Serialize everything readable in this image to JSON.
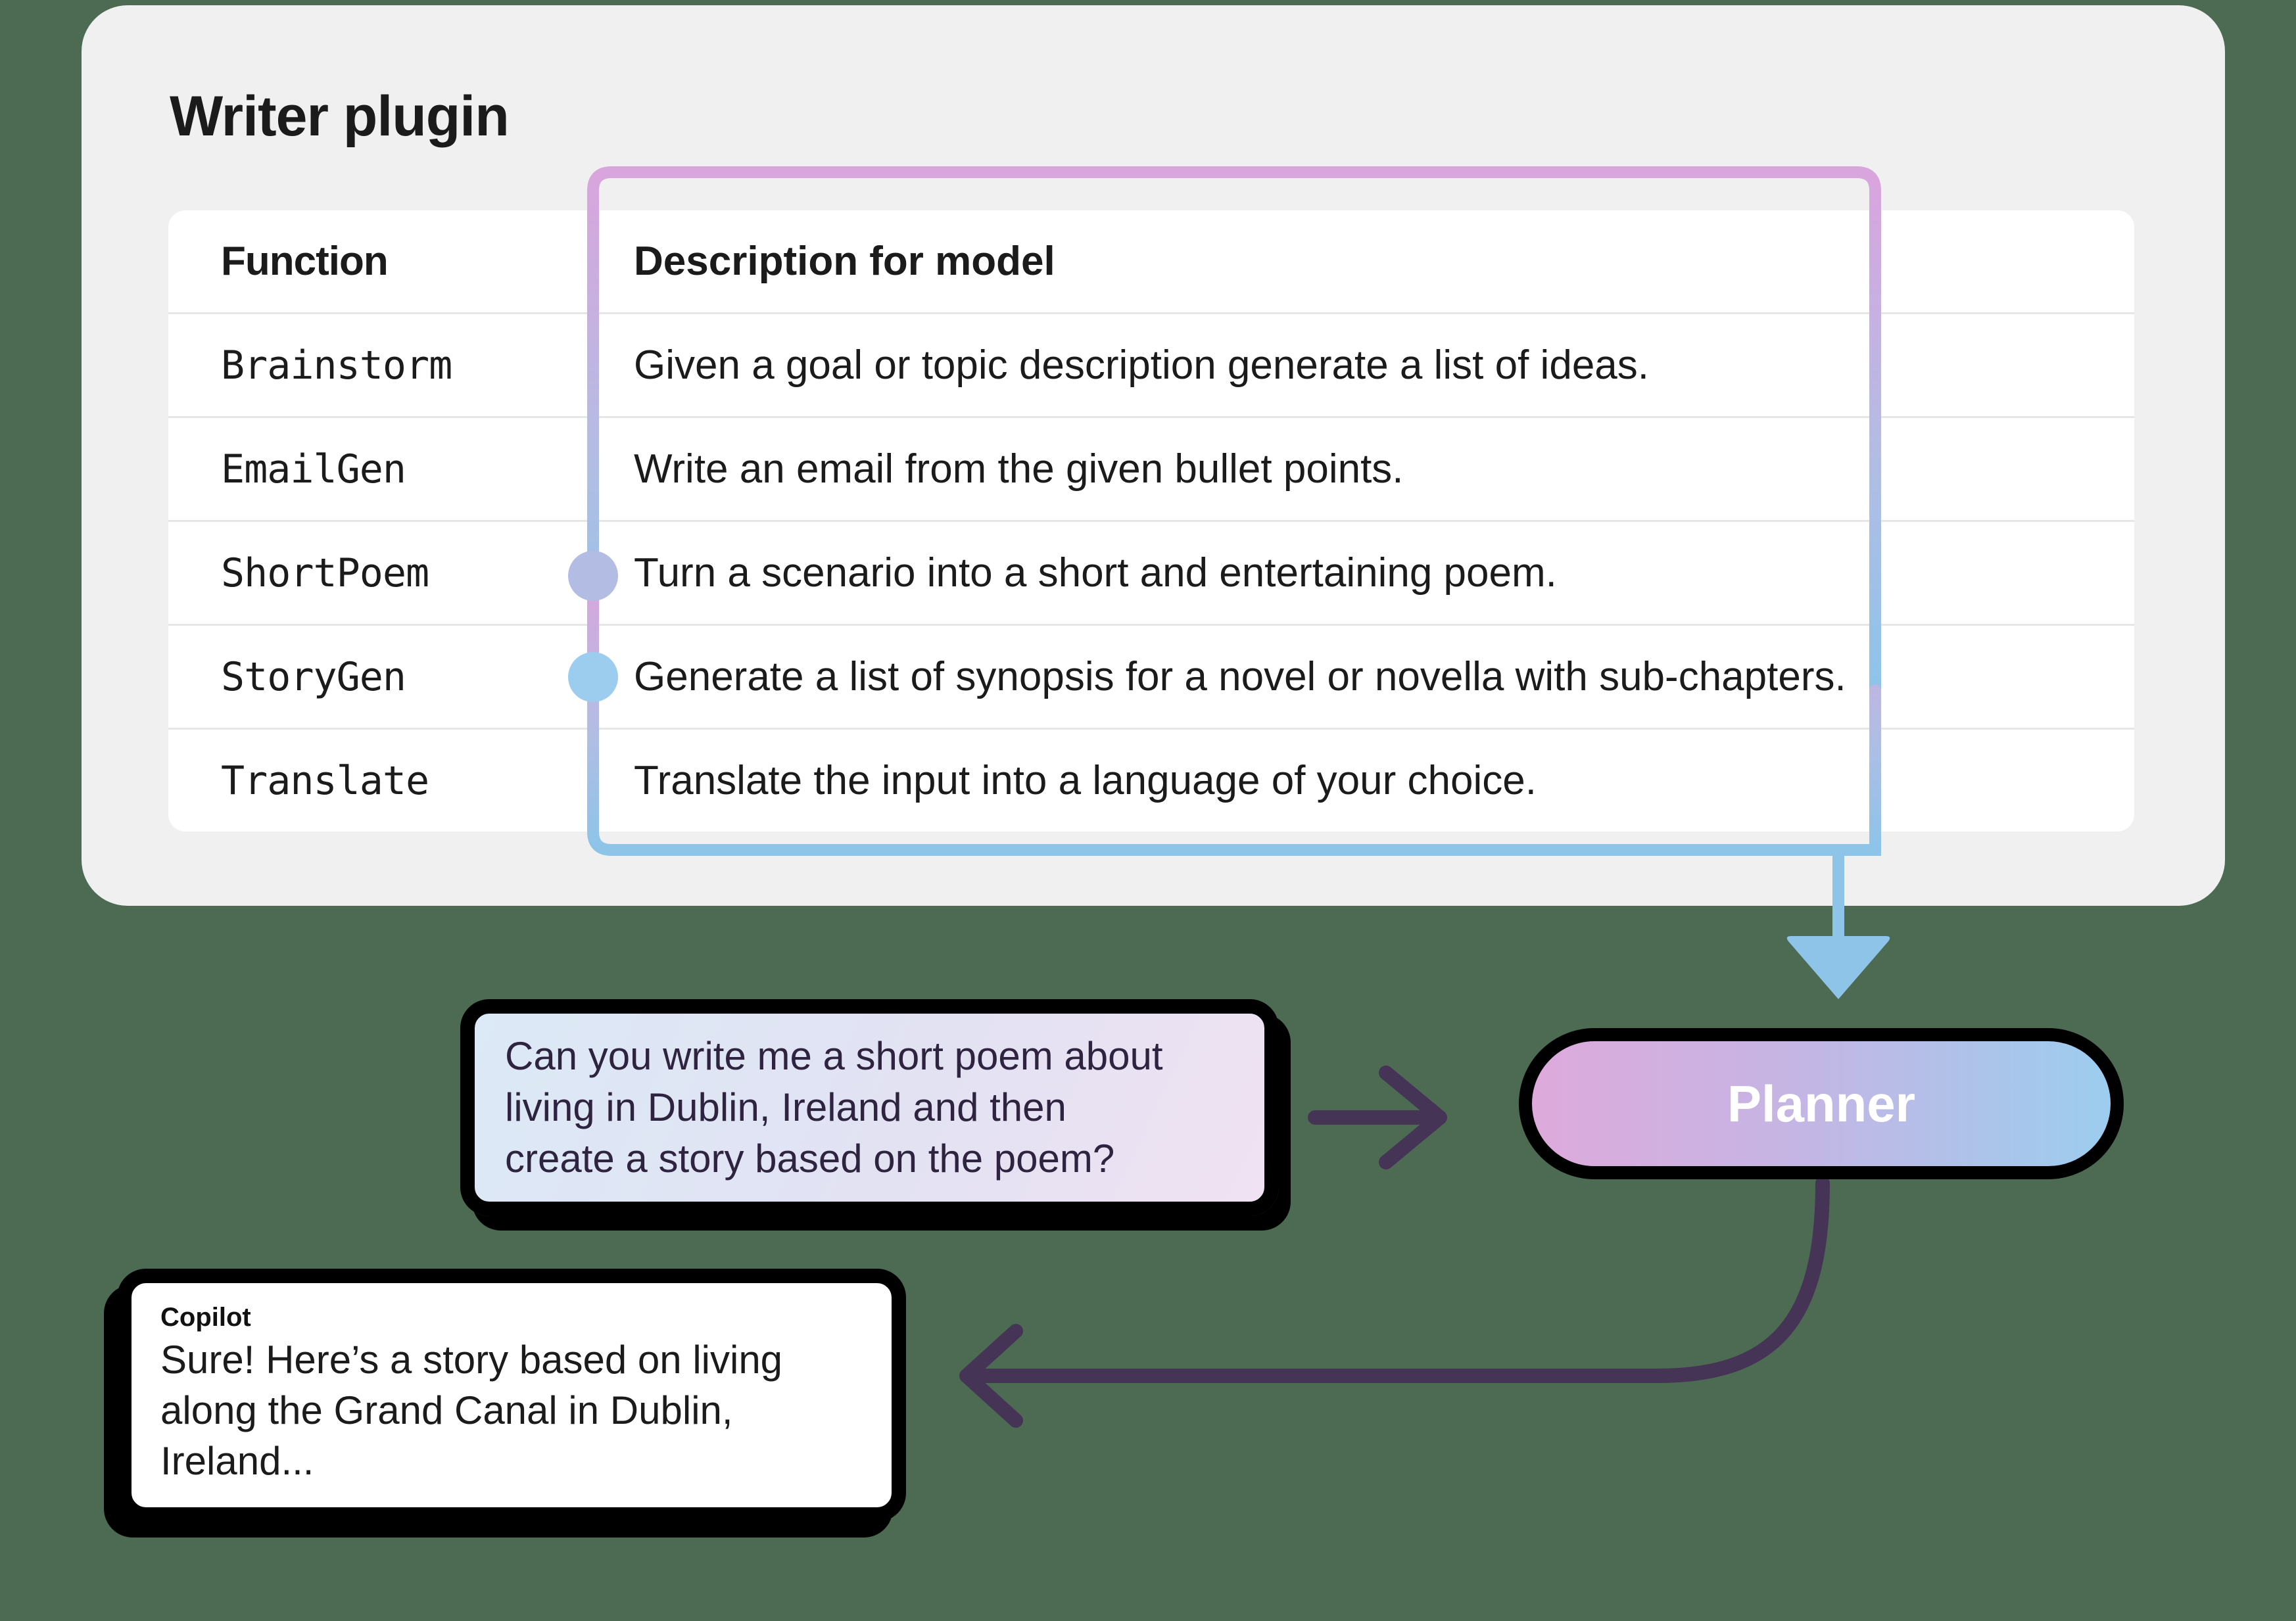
{
  "page": {
    "background_color": "#4c6b52",
    "card_background": "#f0f0f0"
  },
  "plugin_card": {
    "title": "Writer plugin",
    "table": {
      "headers": {
        "function": "Function",
        "description": "Description for model"
      },
      "rows": [
        {
          "function": "Brainstorm",
          "description": "Given a goal or topic description generate a list of ideas.",
          "has_connector_dot": false
        },
        {
          "function": "EmailGen",
          "description": "Write an email from the given bullet points.",
          "has_connector_dot": false
        },
        {
          "function": "ShortPoem",
          "description": "Turn a scenario into a short and entertaining poem.",
          "has_connector_dot": true,
          "dot_color": "#b3bde4"
        },
        {
          "function": "StoryGen",
          "description": "Generate a list of synopsis for a novel or novella with sub-chapters.",
          "has_connector_dot": true,
          "dot_color": "#9ccdee"
        },
        {
          "function": "Translate",
          "description": "Translate the input into a language of your choice.",
          "has_connector_dot": false
        }
      ]
    }
  },
  "planner": {
    "label": "Planner",
    "gradient_start": "#deaadc",
    "gradient_end": "#9ccdee"
  },
  "user_message": {
    "text": "Can you write me a short poem about\nliving in Dublin, Ireland and then\ncreate a story based on the poem?"
  },
  "copilot_message": {
    "sender": "Copilot",
    "text": "Sure! Here’s a story based on living\nalong the Grand Canal in Dublin,\nIreland..."
  },
  "connectors": {
    "purple_route_color": "#d9a5dd",
    "blue_route_color": "#8dc4e8",
    "arrow_color": "#453456"
  }
}
